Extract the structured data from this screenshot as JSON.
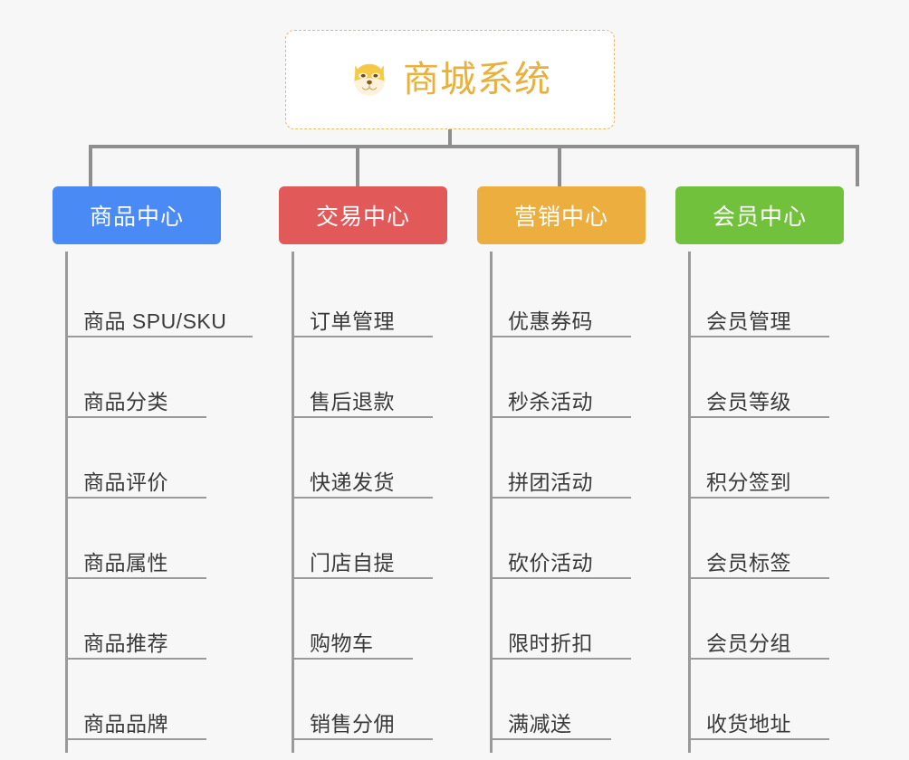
{
  "root": {
    "title": "商城系统",
    "logo_icon": "shiba-dog-face-icon",
    "title_color": "#e8b03c",
    "border_color": "#e6b964"
  },
  "connector_color": "#8e8e8e",
  "background_color": "#f7f7f7",
  "columns": [
    {
      "header": "商品中心",
      "color": "#4a8af4",
      "items": [
        {
          "label": "商品 SPU/SKU",
          "rule_width": 204
        },
        {
          "label": "商品分类",
          "rule_width": 153
        },
        {
          "label": "商品评价",
          "rule_width": 153
        },
        {
          "label": "商品属性",
          "rule_width": 153
        },
        {
          "label": "商品推荐",
          "rule_width": 153
        },
        {
          "label": "商品品牌",
          "rule_width": 153
        }
      ]
    },
    {
      "header": "交易中心",
      "color": "#e2595a",
      "items": [
        {
          "label": "订单管理",
          "rule_width": 153
        },
        {
          "label": "售后退款",
          "rule_width": 153
        },
        {
          "label": "快递发货",
          "rule_width": 153
        },
        {
          "label": "门店自提",
          "rule_width": 153
        },
        {
          "label": "购物车",
          "rule_width": 131
        },
        {
          "label": "销售分佣",
          "rule_width": 153
        }
      ]
    },
    {
      "header": "营销中心",
      "color": "#edae40",
      "items": [
        {
          "label": "优惠券码",
          "rule_width": 153
        },
        {
          "label": "秒杀活动",
          "rule_width": 153
        },
        {
          "label": "拼团活动",
          "rule_width": 153
        },
        {
          "label": "砍价活动",
          "rule_width": 153
        },
        {
          "label": "限时折扣",
          "rule_width": 153
        },
        {
          "label": "满减送",
          "rule_width": 131
        }
      ]
    },
    {
      "header": "会员中心",
      "color": "#72c13c",
      "items": [
        {
          "label": "会员管理",
          "rule_width": 153
        },
        {
          "label": "会员等级",
          "rule_width": 153
        },
        {
          "label": "积分签到",
          "rule_width": 153
        },
        {
          "label": "会员标签",
          "rule_width": 153
        },
        {
          "label": "会员分组",
          "rule_width": 153
        },
        {
          "label": "收货地址",
          "rule_width": 153
        }
      ]
    }
  ]
}
